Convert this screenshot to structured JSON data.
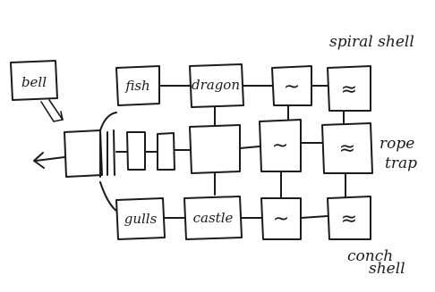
{
  "diagram": {
    "boxes": {
      "bell": "bell",
      "fish": "fish",
      "dragon": "dragon",
      "gulls": "gulls",
      "castle": "castle"
    },
    "symbols": {
      "single_wave": "~",
      "double_wave": "≈",
      "arrow": "←"
    },
    "side_labels": {
      "top": "spiral shell",
      "middle_line1": "rope",
      "middle_line2": "trap",
      "bottom_line1": "conch",
      "bottom_line2": "shell"
    }
  }
}
